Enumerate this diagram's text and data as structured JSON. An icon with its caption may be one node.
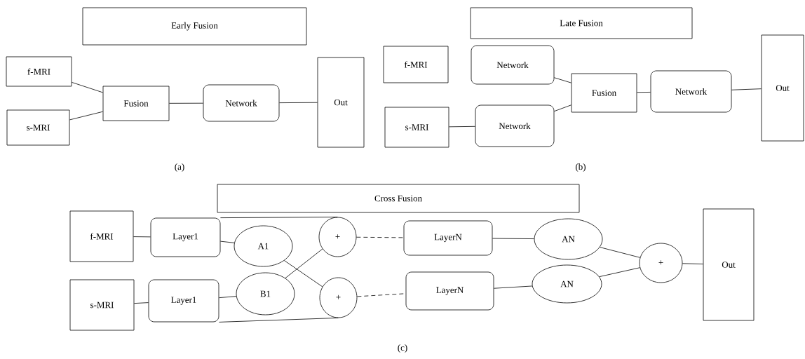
{
  "diagram": {
    "nodes": [
      {
        "text": [
          "Early Fusion"
        ]
      },
      {
        "text": [
          "f-MRI"
        ]
      },
      {
        "text": [
          "s-MRI"
        ]
      },
      {
        "text": [
          "Fusion"
        ]
      },
      {
        "text": [
          "Network"
        ]
      },
      {
        "text": [
          "Out"
        ]
      },
      {
        "text": [
          "Late Fusion"
        ]
      },
      {
        "text": [
          "f-MRI"
        ]
      },
      {
        "text": [
          "s-MRI"
        ]
      },
      {
        "text": [
          "Network"
        ]
      },
      {
        "text": [
          "Network"
        ]
      },
      {
        "text": [
          "Fusion"
        ]
      },
      {
        "text": [
          "Network"
        ]
      },
      {
        "text": [
          "Out"
        ]
      },
      {
        "text": [
          "Cross Fusion"
        ]
      },
      {
        "text": [
          "f-MRI"
        ]
      },
      {
        "text": [
          "s-MRI"
        ]
      },
      {
        "text": [
          "Layer1"
        ]
      },
      {
        "text": [
          "Layer1"
        ]
      },
      {
        "text": [
          "A1"
        ]
      },
      {
        "text": [
          "B1"
        ]
      },
      {
        "text": [
          "+"
        ]
      },
      {
        "text": [
          "+"
        ]
      },
      {
        "text": [
          "LayerN"
        ]
      },
      {
        "text": [
          "LayerN"
        ]
      },
      {
        "text": [
          "AN"
        ]
      },
      {
        "text": [
          "AN"
        ]
      },
      {
        "text": [
          "+"
        ]
      },
      {
        "text": [
          "Out"
        ]
      }
    ],
    "edges": [
      {
        "from": 1,
        "to": 3,
        "arrow": "none"
      },
      {
        "from": 2,
        "to": 3,
        "arrow": "none"
      },
      {
        "from": 3,
        "to": 4,
        "arrow": "none"
      },
      {
        "from": 4,
        "to": 5,
        "arrow": "none"
      },
      {
        "from": 8,
        "to": 10,
        "arrow": "none"
      },
      {
        "from": 9,
        "to": 11,
        "arrow": "none"
      },
      {
        "from": 10,
        "to": 11,
        "arrow": "none"
      },
      {
        "from": 11,
        "to": 12,
        "arrow": "none"
      },
      {
        "from": 12,
        "to": 13,
        "arrow": "none"
      },
      {
        "from": 15,
        "to": 17,
        "arrow": "none"
      },
      {
        "from": 16,
        "to": 18,
        "arrow": "none"
      },
      {
        "from": 17,
        "to": 19,
        "arrow": "none"
      },
      {
        "from": 18,
        "to": 20,
        "arrow": "none"
      },
      {
        "from": 17,
        "to": 21,
        "arrow": "none"
      },
      {
        "from": 18,
        "to": 22,
        "arrow": "none"
      },
      {
        "from": 19,
        "to": 22,
        "arrow": "none"
      },
      {
        "from": 20,
        "to": 21,
        "arrow": "none"
      },
      {
        "from": 21,
        "to": 23,
        "arrow": "none",
        "style": "dashed"
      },
      {
        "from": 22,
        "to": 24,
        "arrow": "none",
        "style": "dashed"
      },
      {
        "from": 23,
        "to": 25,
        "arrow": "none"
      },
      {
        "from": 24,
        "to": 26,
        "arrow": "none"
      },
      {
        "from": 25,
        "to": 27,
        "arrow": "none"
      },
      {
        "from": 26,
        "to": 27,
        "arrow": "none"
      },
      {
        "from": 27,
        "to": 28,
        "arrow": "none"
      }
    ],
    "labels": [
      "(a)",
      "(b)",
      "(c)"
    ]
  }
}
